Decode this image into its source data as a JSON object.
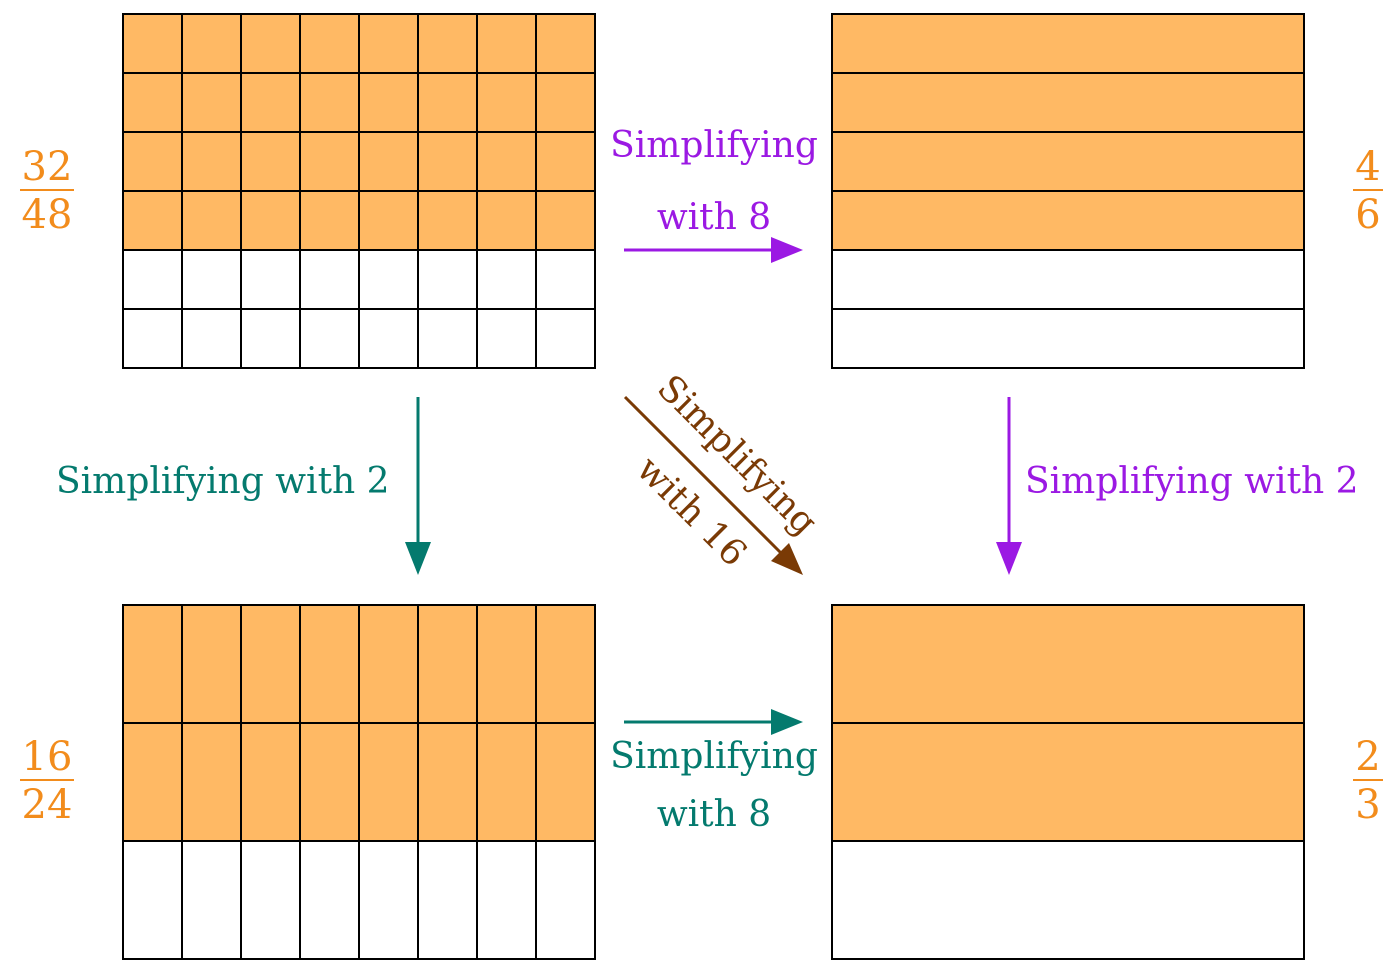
{
  "colors": {
    "shaded": "#FFB964",
    "empty": "#FFFFFF",
    "grid": "#000000",
    "fraction": "#F28C1C",
    "purple": "#9B19E3",
    "teal": "#047A6E",
    "brown": "#7A3A05"
  },
  "panels": {
    "top_left": {
      "columns": 8,
      "rows": 6,
      "shaded_rows": 4,
      "fraction": {
        "numerator": "32",
        "denominator": "48"
      }
    },
    "top_right": {
      "columns": 1,
      "rows": 6,
      "shaded_rows": 4,
      "fraction": {
        "numerator": "4",
        "denominator": "6"
      }
    },
    "bottom_left": {
      "columns": 8,
      "rows": 3,
      "shaded_rows": 2,
      "fraction": {
        "numerator": "16",
        "denominator": "24"
      }
    },
    "bottom_right": {
      "columns": 1,
      "rows": 3,
      "shaded_rows": 2,
      "fraction": {
        "numerator": "2",
        "denominator": "3"
      }
    }
  },
  "arrows": {
    "top": {
      "line1": "Simplifying",
      "line2": "with 8",
      "color": "purple"
    },
    "bottom": {
      "line1": "Simplifying",
      "line2": "with 8",
      "color": "teal"
    },
    "left": {
      "text": "Simplifying with 2",
      "color": "teal"
    },
    "right": {
      "text": "Simplifying with 2",
      "color": "purple"
    },
    "diagonal": {
      "line1": "Simplifying",
      "line2": "with 16",
      "color": "brown"
    }
  }
}
